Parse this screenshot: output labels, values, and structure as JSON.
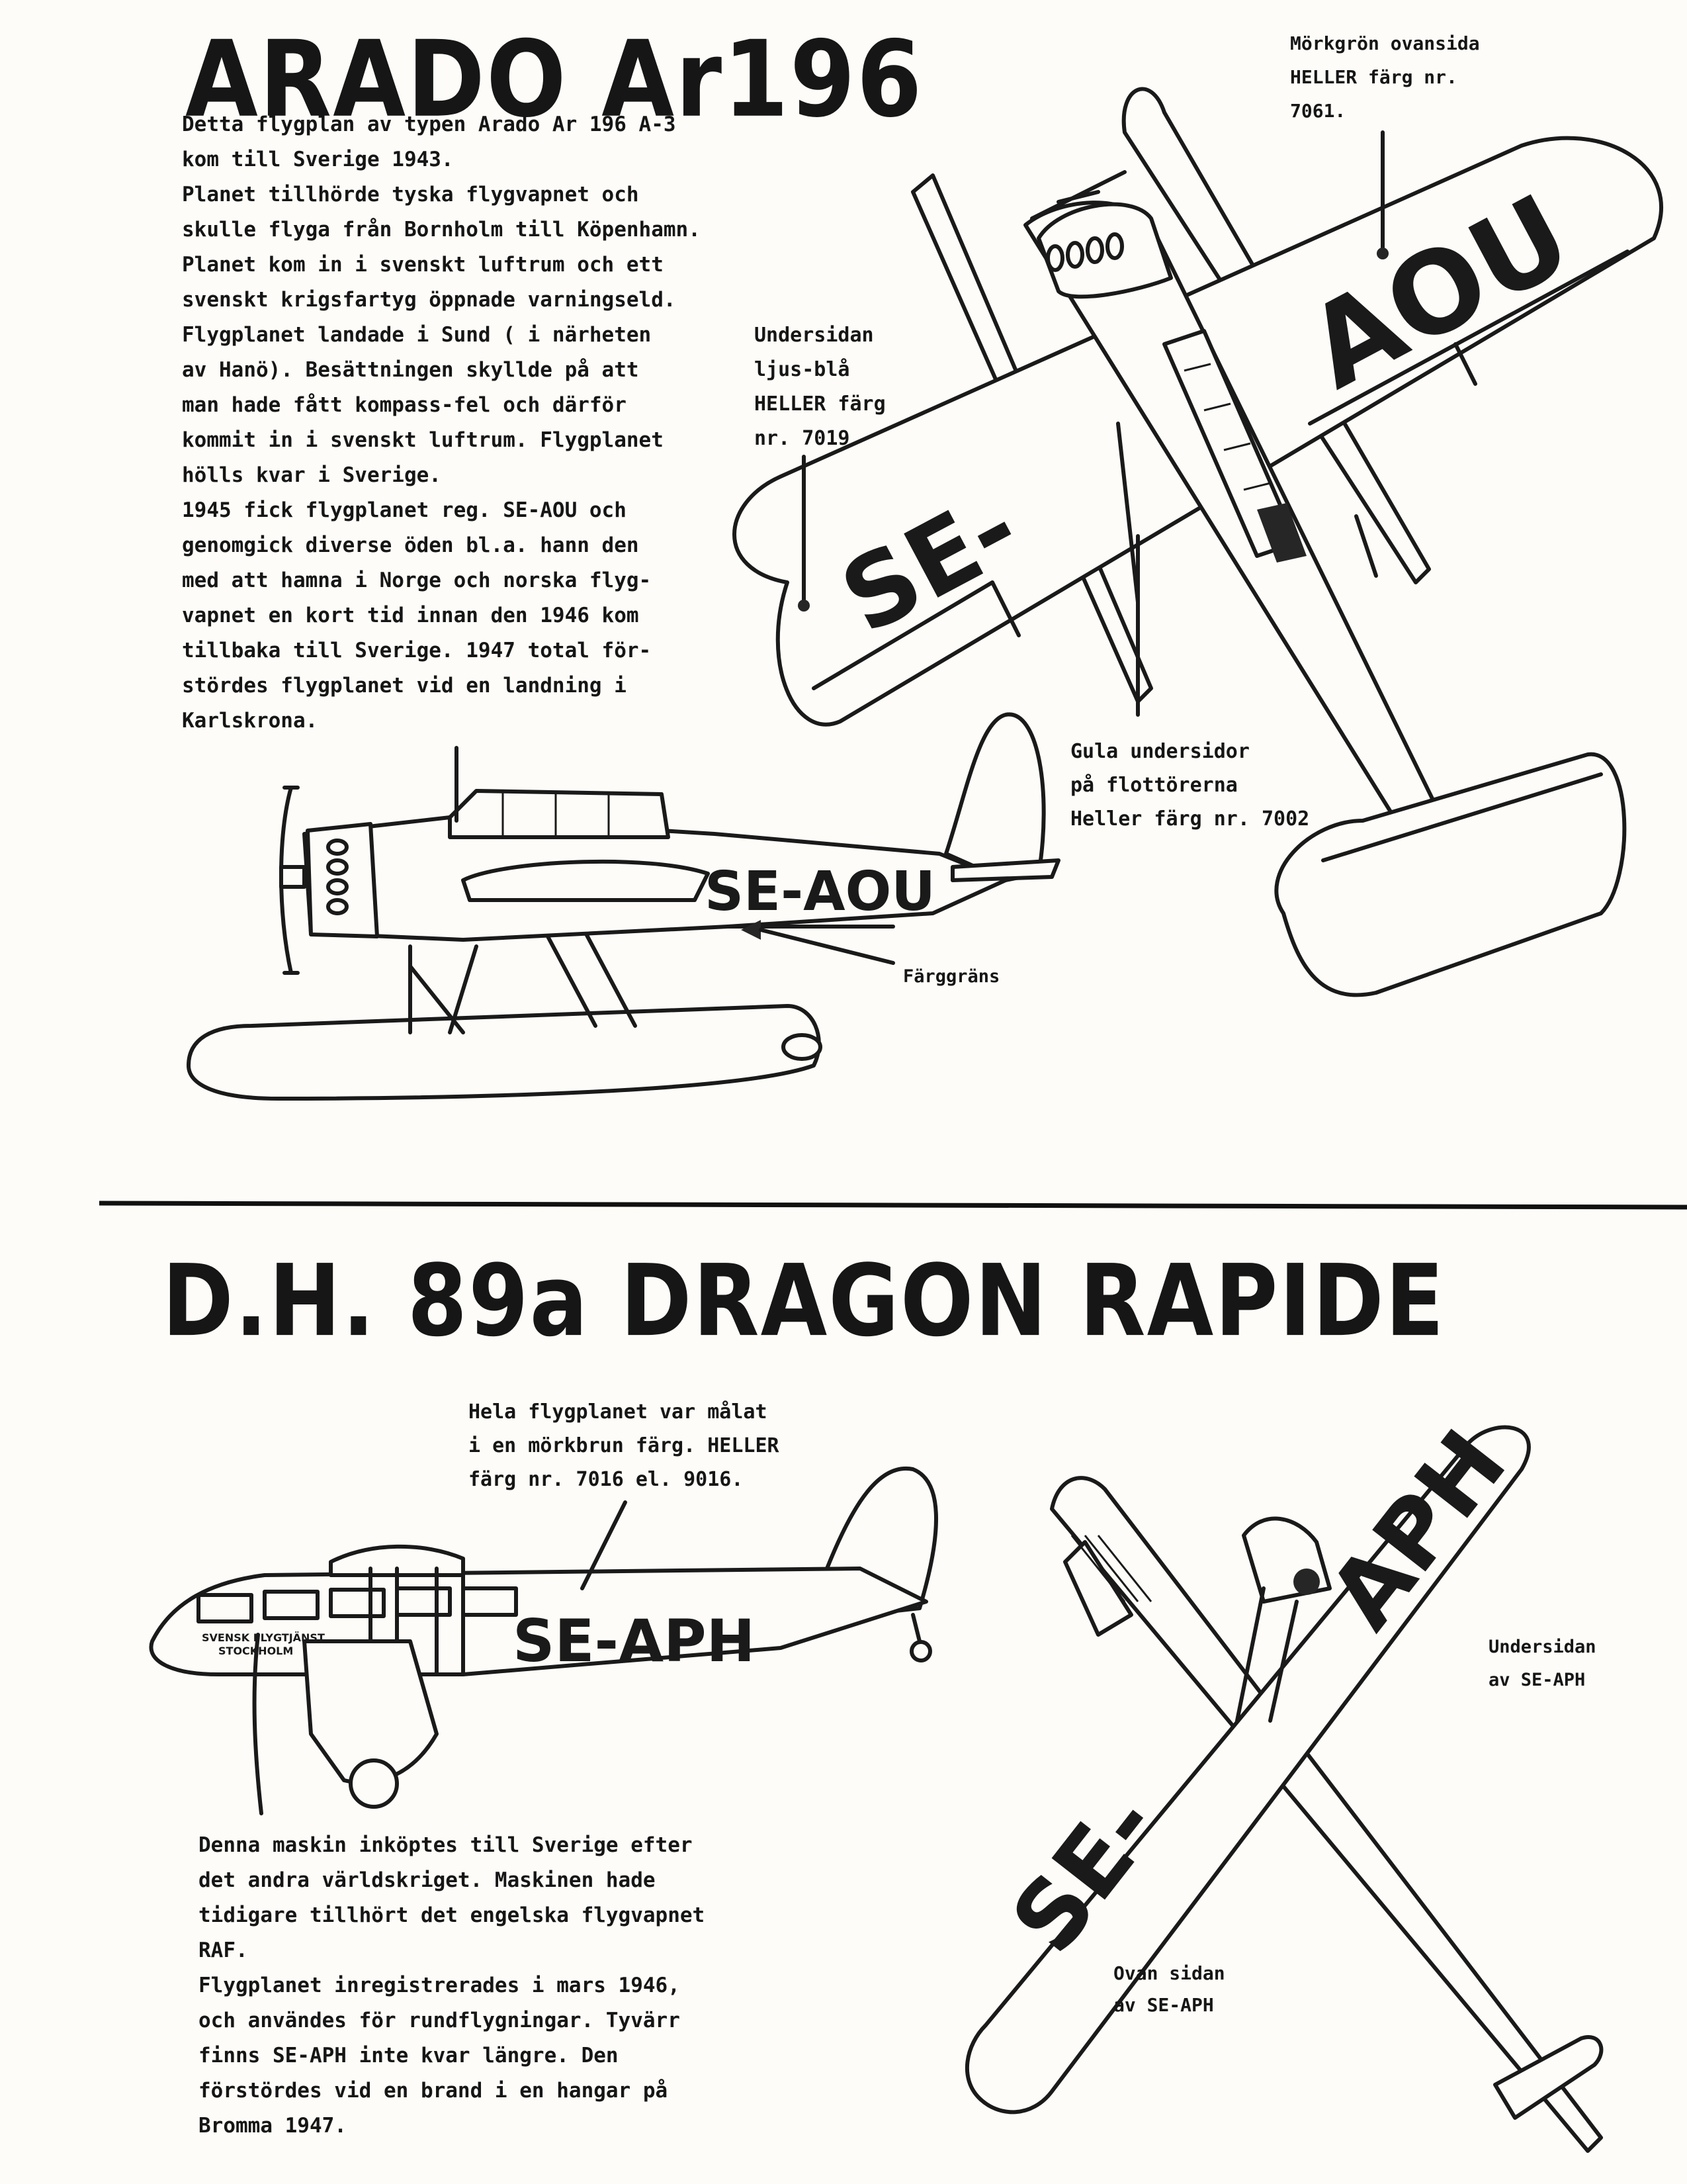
{
  "arado": {
    "title": "ARADO Ar196",
    "text_lines": [
      "Detta flygplan av typen Arado Ar 196 A-3",
      "kom till Sverige 1943.",
      "Planet tillhörde tyska flygvapnet och",
      "skulle flyga från Bornholm till Köpenhamn.",
      "Planet kom in i svenskt luftrum och ett",
      "svenskt krigsfartyg öppnade varningseld.",
      "Flygplanet landade i Sund ( i närheten",
      "av Hanö). Besättningen skyllde på att",
      "man hade fått kompass-fel och därför",
      "kommit in i svenskt luftrum. Flygplanet",
      "hölls kvar i Sverige.",
      "1945 fick flygplanet reg. SE-AOU och",
      "genomgick diverse öden bl.a. hann den",
      "med att hamna i Norge och norska flyg-",
      "vapnet en kort tid innan den 1946 kom",
      "tillbaka till Sverige. 1947 total för-",
      "stördes flygplanet vid en landning i",
      "Karlskrona."
    ],
    "note_upper": [
      "Mörkgrön ovansida",
      "HELLER färg nr.",
      "7061."
    ],
    "note_under": [
      "Undersidan",
      "ljus-blå",
      "HELLER färg",
      "nr. 7019"
    ],
    "note_floats": [
      "Gula undersidor",
      "på flottörerna",
      "Heller färg nr. 7002"
    ],
    "note_boundary": "Färggräns",
    "reg_side": "SE-AOU",
    "reg_wing_left": "SE-",
    "reg_wing_right": "AOU"
  },
  "dragon": {
    "title": "D.H. 89a DRAGON RAPIDE",
    "note_brown": [
      "Hela flygplanet var målat",
      "i en mörkbrun färg. HELLER",
      "färg nr. 7016 el. 9016."
    ],
    "reg_side": "SE-APH",
    "fuselage_lettering": [
      "SVENSK FLYGTJÄNST",
      "STOCKHOLM"
    ],
    "reg_wing_top": "APH",
    "reg_wing_bottom": "SE-",
    "note_underside": [
      "Undersidan",
      "av SE-APH"
    ],
    "note_topside": [
      "Ovan sidan",
      "av SE-APH"
    ],
    "text_lines": [
      "Denna maskin inköptes till Sverige efter",
      "det andra världskriget. Maskinen hade",
      "tidigare tillhört det engelska flygvapnet",
      "RAF.",
      "Flygplanet inregistrerades i mars 1946,",
      "och användes för rundflygningar. Tyvärr",
      "finns SE-APH inte kvar längre. Den",
      "förstördes vid en brand i en hangar på",
      "Bromma 1947."
    ]
  }
}
